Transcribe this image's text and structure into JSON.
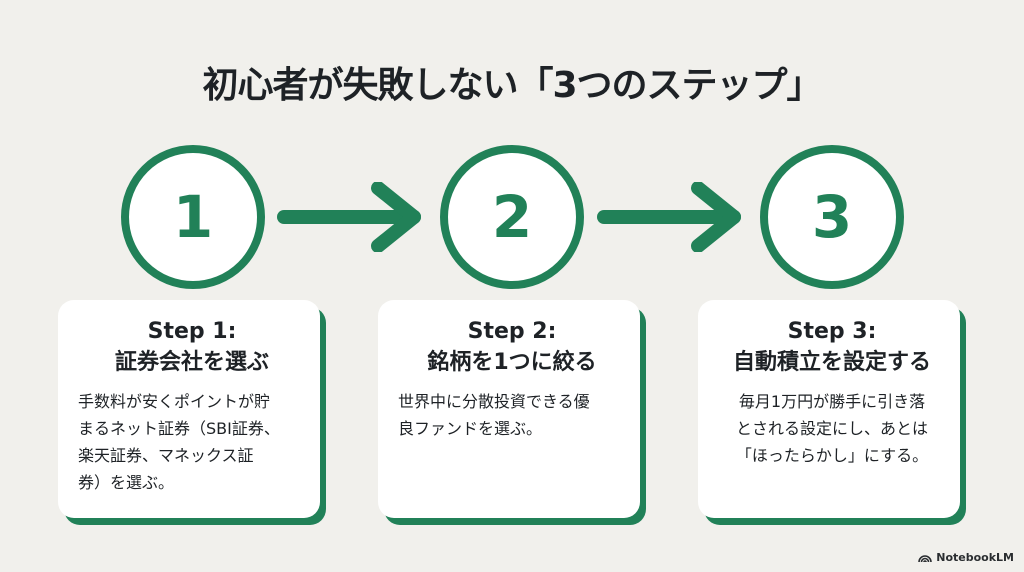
{
  "title": "初心者が失敗しない「3つのステップ」",
  "accent_color": "#218158",
  "steps": [
    {
      "number": "1",
      "heading": "Step 1:",
      "subheading": "証券会社を選ぶ",
      "body": "手数料が安くポイントが貯\nまるネット証券（SBI証券、\n楽天証券、マネックス証\n券）を選ぶ。"
    },
    {
      "number": "2",
      "heading": "Step 2:",
      "subheading": "銘柄を1つに絞る",
      "body": "世界中に分散投資できる優\n良ファンドを選ぶ。"
    },
    {
      "number": "3",
      "heading": "Step 3:",
      "subheading": "自動積立を設定する",
      "body": "毎月1万円が勝手に引き落\nとされる設定にし、あとは\n「ほったらかし」にする。"
    }
  ],
  "arrows": [
    "arrow-right-icon",
    "arrow-right-icon"
  ],
  "brand": {
    "label": "NotebookLM",
    "icon": "notebooklm-logo-icon"
  }
}
